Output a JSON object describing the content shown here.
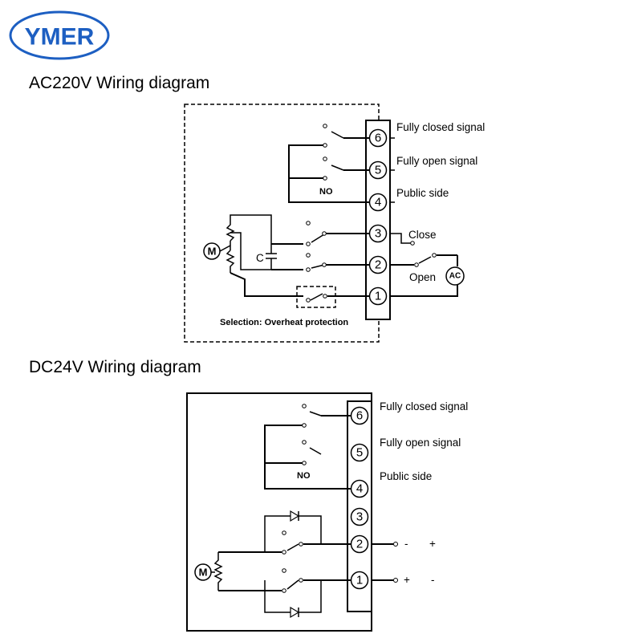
{
  "brand": {
    "logo_text": "YMER",
    "color": "#1d5fc2"
  },
  "ac": {
    "title": "AC220V Wiring diagram",
    "terminals": [
      "6",
      "5",
      "4",
      "3",
      "2",
      "1"
    ],
    "labels": {
      "fully_closed": "Fully closed signal",
      "fully_open": "Fully open signal",
      "public": "Public side",
      "close": "Close",
      "open": "Open",
      "no": "NO",
      "motor": "M",
      "capacitor": "C",
      "source": "AC",
      "selection": "Selection: Overheat protection"
    }
  },
  "dc": {
    "title": "DC24V Wiring diagram",
    "terminals": [
      "6",
      "5",
      "4",
      "3",
      "2",
      "1"
    ],
    "labels": {
      "fully_closed": "Fully closed signal",
      "fully_open": "Fully open signal",
      "public": "Public side",
      "no": "NO",
      "motor": "M",
      "t2_a": "-",
      "t2_b": "+",
      "t1_a": "+",
      "t1_b": "-"
    }
  }
}
